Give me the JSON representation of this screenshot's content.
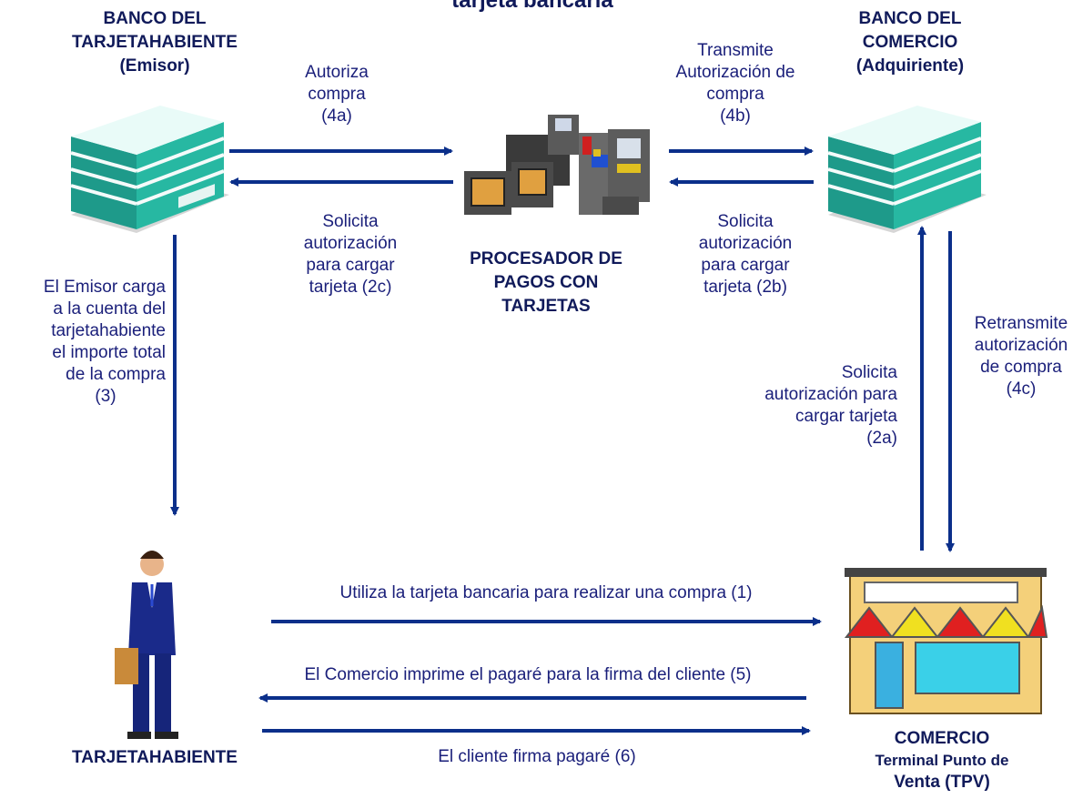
{
  "title_partial": "tarjeta bancaria",
  "emisor": {
    "lines": [
      "BANCO DEL",
      "TARJETAHABIENTE",
      "(Emisor)"
    ]
  },
  "comercio_bank": {
    "lines": [
      "BANCO DEL",
      "COMERCIO",
      "(Adquiriente)"
    ]
  },
  "procesador": {
    "lines": [
      "PROCESADOR DE",
      "PAGOS CON",
      "TARJETAS"
    ]
  },
  "tarjetahabiente": {
    "label": "TARJETAHABIENTE"
  },
  "comercio": {
    "lines": [
      "COMERCIO",
      "Terminal Punto de",
      "Venta (TPV)"
    ]
  },
  "labels": {
    "l4a": [
      "Autoriza",
      "compra",
      "(4a)"
    ],
    "l4b": [
      "Transmite",
      "Autorización de",
      "compra",
      "(4b)"
    ],
    "l2c": [
      "Solicita",
      "autorización",
      "para cargar",
      "tarjeta (2c)"
    ],
    "l2b": [
      "Solicita",
      "autorización",
      "para cargar",
      "tarjeta (2b)"
    ],
    "l3": [
      "El Emisor carga",
      "a la cuenta del",
      "tarjetahabiente",
      "el importe total",
      "de la compra",
      "(3)"
    ],
    "l2a": [
      "Solicita",
      "autorización para",
      "cargar tarjeta",
      "(2a)"
    ],
    "l4c": [
      "Retransmite",
      "autorización",
      "de compra",
      "(4c)"
    ],
    "l1": "Utiliza la tarjeta bancaria para realizar una compra (1)",
    "l5": "El Comercio imprime el pagaré para la firma del cliente (5)",
    "l6": "El cliente firma pagaré (6)"
  },
  "colors": {
    "arrow": "#0b2f8a",
    "text": "#1a1f7a",
    "title": "#101a5a"
  }
}
